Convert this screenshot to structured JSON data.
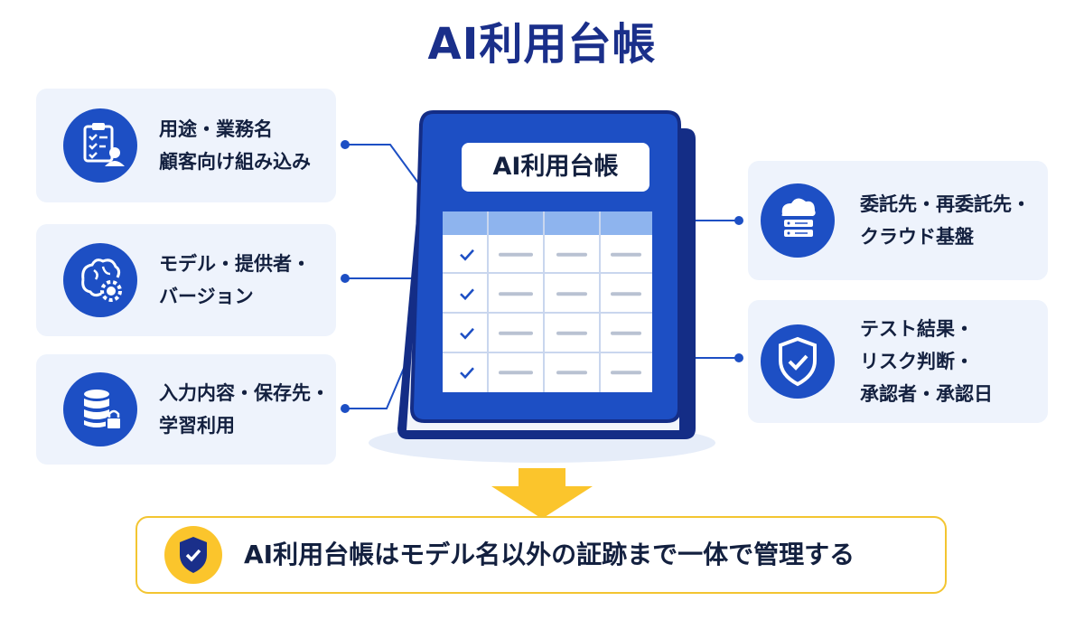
{
  "title": "AI利用台帳",
  "book": {
    "label": "AI利用台帳",
    "rows": 4
  },
  "cards": {
    "purpose": {
      "icon": "clipboard-user-icon",
      "lines": [
        "用途・業務名",
        "顧客向け組み込み"
      ]
    },
    "model": {
      "icon": "brain-gear-icon",
      "lines": [
        "モデル・提供者・",
        "バージョン"
      ]
    },
    "data": {
      "icon": "database-lock-icon",
      "lines": [
        "入力内容・保存先・",
        "学習利用"
      ]
    },
    "vendor": {
      "icon": "cloud-server-icon",
      "lines": [
        "委託先・再委託先・",
        "クラウド基盤"
      ]
    },
    "test": {
      "icon": "shield-check-icon",
      "lines": [
        "テスト結果・",
        "リスク判断・",
        "承認者・承認日"
      ]
    }
  },
  "banner": {
    "icon": "shield-check-icon",
    "text": "AI利用台帳はモデル名以外の証跡まで一体で管理する"
  },
  "colors": {
    "primary": "#1d4fc4",
    "navy": "#1a2f8a",
    "card": "#eef3fc",
    "accent": "#fbc52c"
  }
}
